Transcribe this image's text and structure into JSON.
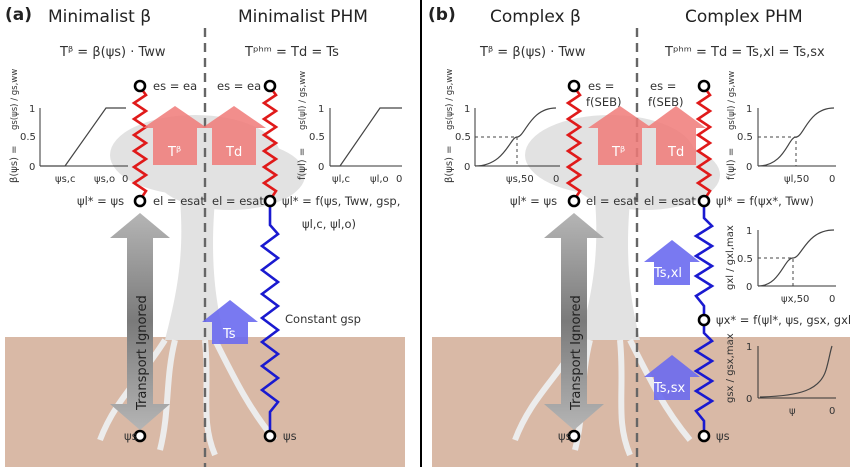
{
  "panels": {
    "a": {
      "label": "(a)",
      "left_title": "Minimalist β",
      "right_title": "Minimalist PHM",
      "left_eq": "Tᵝ = β(ψs) · Tww",
      "right_eq": "Tᵖʰᵐ = Td = Ts",
      "beta_ylabel": "β(ψs) =",
      "beta_frac": "gs(ψs) / gs,ww",
      "beta_ticks_y": [
        "1",
        "0.5",
        "0"
      ],
      "beta_ticks_x": [
        "ψs,c",
        "ψs,o",
        "0"
      ],
      "phm_ylabel": "f(ψl) =",
      "phm_frac": "gs(ψl) / gs,ww",
      "phm_ticks_y": [
        "1",
        "0.5",
        "0"
      ],
      "phm_ticks_x": [
        "ψl,c",
        "ψl,o",
        "0"
      ],
      "left_top_node": "es = ea",
      "left_mid_node_left": "ψl* = ψs",
      "left_mid_node_right": "el = esat",
      "right_top_node": "es = ea",
      "right_mid_node_left": "el = esat",
      "right_mid_node_right": "ψl* = f(ψs, Tww, gsp,",
      "right_mid_node_right2": "ψl,c, ψl,o)",
      "arrow_T": "Tᵝ",
      "arrow_Td": "Td",
      "arrow_Ts": "Ts",
      "transport": "Transport Ignored",
      "constant": "Constant gsp",
      "bottom_left": "ψs",
      "bottom_right": "ψs"
    },
    "b": {
      "label": "(b)",
      "left_title": "Complex β",
      "right_title": "Complex PHM",
      "left_eq": "Tᵝ = β(ψs) · Tww",
      "right_eq": "Tᵖʰᵐ = Td = Ts,xl = Ts,sx",
      "beta_ylabel": "β(ψs) =",
      "beta_frac": "gs(ψs) / gs,ww",
      "beta_ticks_y": [
        "1",
        "0.5",
        "0"
      ],
      "beta_ticks_x": [
        "ψs,50",
        "0"
      ],
      "phm_ylabel": "f(ψl) =",
      "phm_frac": "gs(ψl) / gs,ww",
      "phm_ticks_y": [
        "1",
        "0.5",
        "0"
      ],
      "phm_ticks_x": [
        "ψl,50",
        "0"
      ],
      "xl_ylabel": "gxl / gxl,max",
      "xl_ticks_y": [
        "1",
        "0.5",
        "0"
      ],
      "xl_ticks_x": [
        "ψx,50",
        "0"
      ],
      "sx_ylabel": "gsx / gsx,max",
      "sx_ticks_y": [
        "1",
        "0"
      ],
      "sx_ticks_x": [
        "ψ",
        "0"
      ],
      "left_top_node_1": "es =",
      "left_top_node_2": "f(SEB)",
      "right_top_node_1": "es =",
      "right_top_node_2": "f(SEB)",
      "left_mid_node_left": "ψl* = ψs",
      "left_mid_node_right": "el = esat",
      "right_mid_node_left": "el = esat",
      "right_mid_node_right": "ψl* = f(ψx*, Tww)",
      "xnode": "ψx* = f(ψl*, ψs, gsx, gxl)",
      "arrow_T": "Tᵝ",
      "arrow_Td": "Td",
      "arrow_Tsxl": "Ts,xl",
      "arrow_Tssx": "Ts,sx",
      "transport": "Transport Ignored",
      "bottom_left": "ψs",
      "bottom_right": "ψs"
    }
  },
  "colors": {
    "soil": "#d9b9a6",
    "red_line": "#e01a1a",
    "blue_line": "#1a1ad0",
    "red_arrow": "#f07a78",
    "blue_arrow": "#6a6af0",
    "gray_arrow": "#8a8a8a",
    "tree": "#e3e3e3"
  }
}
